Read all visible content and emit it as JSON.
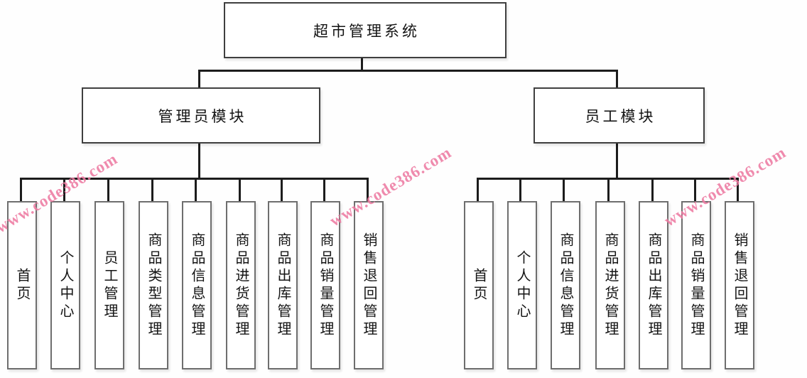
{
  "watermark": {
    "text": "www.code386.com",
    "color": "#ee7ba2"
  },
  "tree": {
    "root": {
      "label": "超市管理系统"
    },
    "modules": [
      {
        "label": "管理员模块",
        "children": [
          "首页",
          "个人中心",
          "员工管理",
          "商品类型管理",
          "商品信息管理",
          "商品进货管理",
          "商品出库管理",
          "商品销量管理",
          "销售退回管理"
        ]
      },
      {
        "label": "员工模块",
        "children": [
          "首页",
          "个人中心",
          "商品信息管理",
          "商品进货管理",
          "商品出库管理",
          "商品销量管理",
          "销售退回管理"
        ]
      }
    ]
  }
}
